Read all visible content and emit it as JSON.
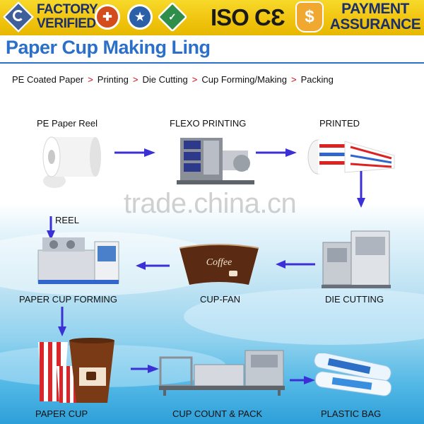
{
  "banner": {
    "factory_line1": "FACTORY",
    "factory_line2": "VERIFIED",
    "iso_ce": "ISO CƐ",
    "payment_line1": "PAYMENT",
    "payment_line2": "ASSURANCE"
  },
  "title": "Paper Cup Making Ling",
  "breadcrumb": {
    "steps": [
      "PE Coated Paper",
      "Printing",
      "Die Cutting",
      "Cup Forming/Making",
      "Packing"
    ],
    "separator": ">"
  },
  "steps": {
    "pe_paper_reel": "PE Paper Reel",
    "flexo_printing": "FLEXO PRINTING",
    "printed": "PRINTED",
    "reel": "REEL",
    "paper_cup_forming": "PAPER CUP FORMING",
    "cup_fan": "CUP-FAN",
    "die_cutting": "DIE CUTTING",
    "paper_cup": "PAPER CUP",
    "cup_count_pack": "CUP COUNT & PACK",
    "plastic_bag": "PLASTIC BAG"
  },
  "cup_fan_text": "Coffee",
  "watermark": "trade.china.cn",
  "colors": {
    "banner": "#f1c40f",
    "title": "#2b6fc9",
    "arrow": "#3b2fd6",
    "separator": "#d9001b",
    "cup_fan": "#5a2a12"
  }
}
